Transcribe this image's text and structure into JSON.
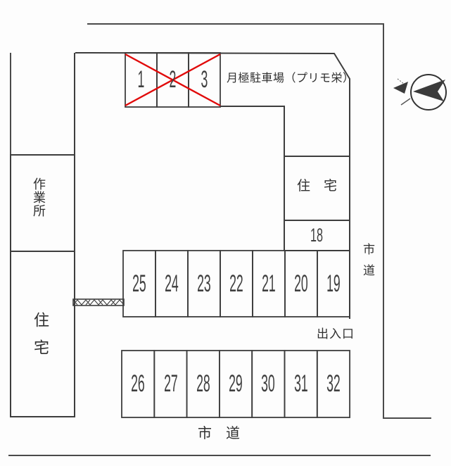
{
  "title": "月極駐車場（プリモ栄）",
  "labels": {
    "workshop": "作業所",
    "residence_left": "住宅",
    "residence_right": "住　宅",
    "road_right": "市道",
    "road_bottom": "市　道",
    "entrance": "出入口",
    "space_18": "18"
  },
  "parking": {
    "rows": [
      {
        "name": "top",
        "spaces": [
          "1",
          "2",
          "3"
        ],
        "crossed_out": true
      },
      {
        "name": "middle",
        "spaces": [
          "25",
          "24",
          "23",
          "22",
          "21",
          "20",
          "19"
        ],
        "crossed_out": false
      },
      {
        "name": "bottom",
        "spaces": [
          "26",
          "27",
          "28",
          "29",
          "30",
          "31",
          "32"
        ],
        "crossed_out": false
      }
    ]
  },
  "icons": {
    "north_arrow": "north-compass"
  },
  "colors": {
    "line": "#3d3d3d",
    "road_line": "#4a4a4a",
    "cross": "#e10a0a",
    "text": "#2f2f2f"
  }
}
